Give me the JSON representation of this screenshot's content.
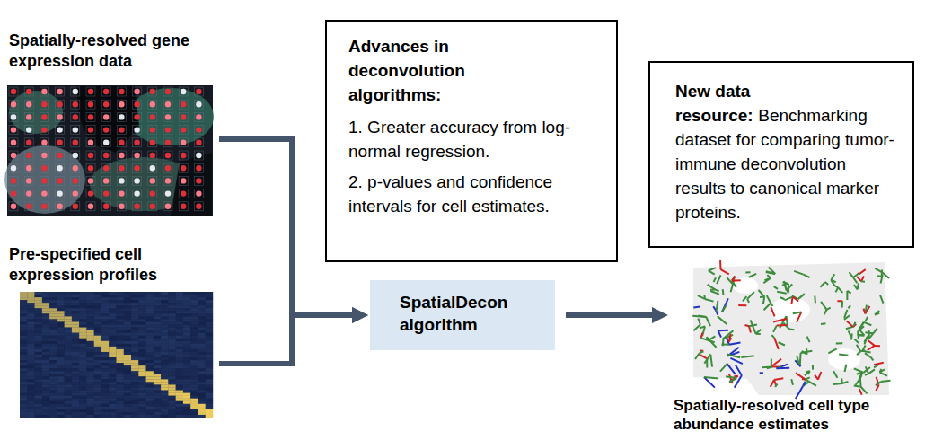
{
  "diagram": {
    "nodes": [
      {
        "text": [
          "Spatially-resolved gene expression data"
        ]
      },
      {
        "text": [
          "Advances in deconvolution algorithms:",
          "1. Greater accuracy from log-normal regression.",
          "2. p-values and confidence intervals for cell estimates."
        ]
      },
      {
        "text": [
          "New data resource:",
          "Benchmarking dataset for comparing tumor-immune deconvolution results to canonical marker proteins."
        ]
      },
      {
        "text": [
          "Pre-specified cell expression profiles"
        ]
      },
      {
        "text": [
          "SpatialDecon algorithm"
        ]
      },
      {
        "text": [
          "Spatially-resolved cell type abundance estimates"
        ]
      }
    ],
    "edges": [
      {
        "from": 0,
        "to": 4,
        "arrow": "to"
      },
      {
        "from": 3,
        "to": 4,
        "arrow": "to"
      },
      {
        "from": 4,
        "to": 5,
        "arrow": "to"
      }
    ]
  }
}
